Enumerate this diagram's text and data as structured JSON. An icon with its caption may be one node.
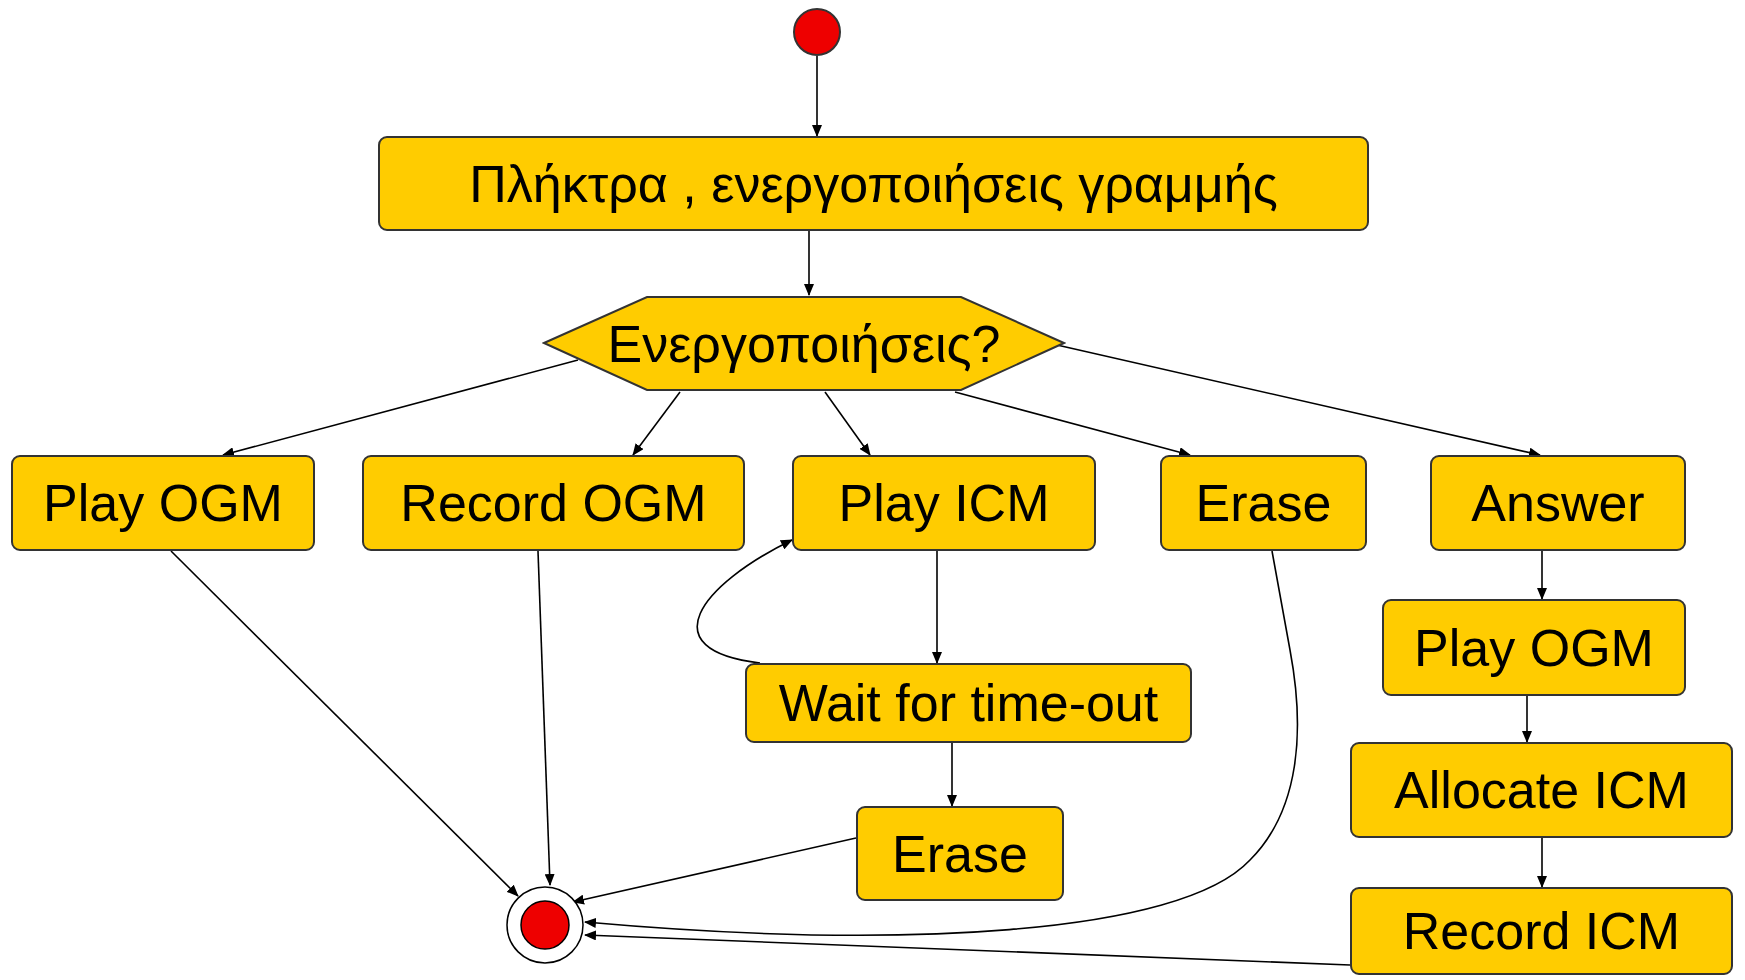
{
  "diagram": {
    "nodes": [
      {
        "text": [],
        "shape": "circle"
      },
      {
        "text": [
          "Πλήκτρα , ενεργοποιήσεις γραμμής"
        ]
      },
      {
        "text": [
          "Ενεργοποιήσεις?"
        ]
      },
      {
        "text": [
          "Play OGM"
        ]
      },
      {
        "text": [
          "Record OGM"
        ]
      },
      {
        "text": [
          "Play ICM"
        ]
      },
      {
        "text": [
          "Erase"
        ]
      },
      {
        "text": [
          "Answer"
        ]
      },
      {
        "text": [
          "Wait for time-out"
        ]
      },
      {
        "text": [
          "Erase"
        ]
      },
      {
        "text": [
          "Play OGM"
        ]
      },
      {
        "text": [
          "Allocate ICM"
        ]
      },
      {
        "text": [
          "Record ICM"
        ]
      },
      {
        "text": [],
        "shape": "circle"
      }
    ],
    "edges": [
      {
        "from": 0,
        "to": 1,
        "arrow": "to"
      },
      {
        "from": 1,
        "to": 2,
        "arrow": "to"
      },
      {
        "from": 2,
        "to": 3,
        "arrow": "to"
      },
      {
        "from": 2,
        "to": 4,
        "arrow": "to"
      },
      {
        "from": 2,
        "to": 5,
        "arrow": "to"
      },
      {
        "from": 2,
        "to": 6,
        "arrow": "to"
      },
      {
        "from": 2,
        "to": 7,
        "arrow": "to"
      },
      {
        "from": 7,
        "to": 10,
        "arrow": "to"
      },
      {
        "from": 10,
        "to": 11,
        "arrow": "to"
      },
      {
        "from": 11,
        "to": 12,
        "arrow": "to"
      },
      {
        "from": 5,
        "to": 8,
        "arrow": "to"
      },
      {
        "from": 8,
        "to": 9,
        "arrow": "to"
      },
      {
        "from": 8,
        "to": 5,
        "arrow": "to"
      },
      {
        "from": 3,
        "to": 13,
        "arrow": "to"
      },
      {
        "from": 4,
        "to": 13,
        "arrow": "to"
      },
      {
        "from": 9,
        "to": 13,
        "arrow": "to"
      },
      {
        "from": 6,
        "to": 13,
        "arrow": "to"
      },
      {
        "from": 12,
        "to": 13,
        "arrow": "to"
      }
    ]
  }
}
